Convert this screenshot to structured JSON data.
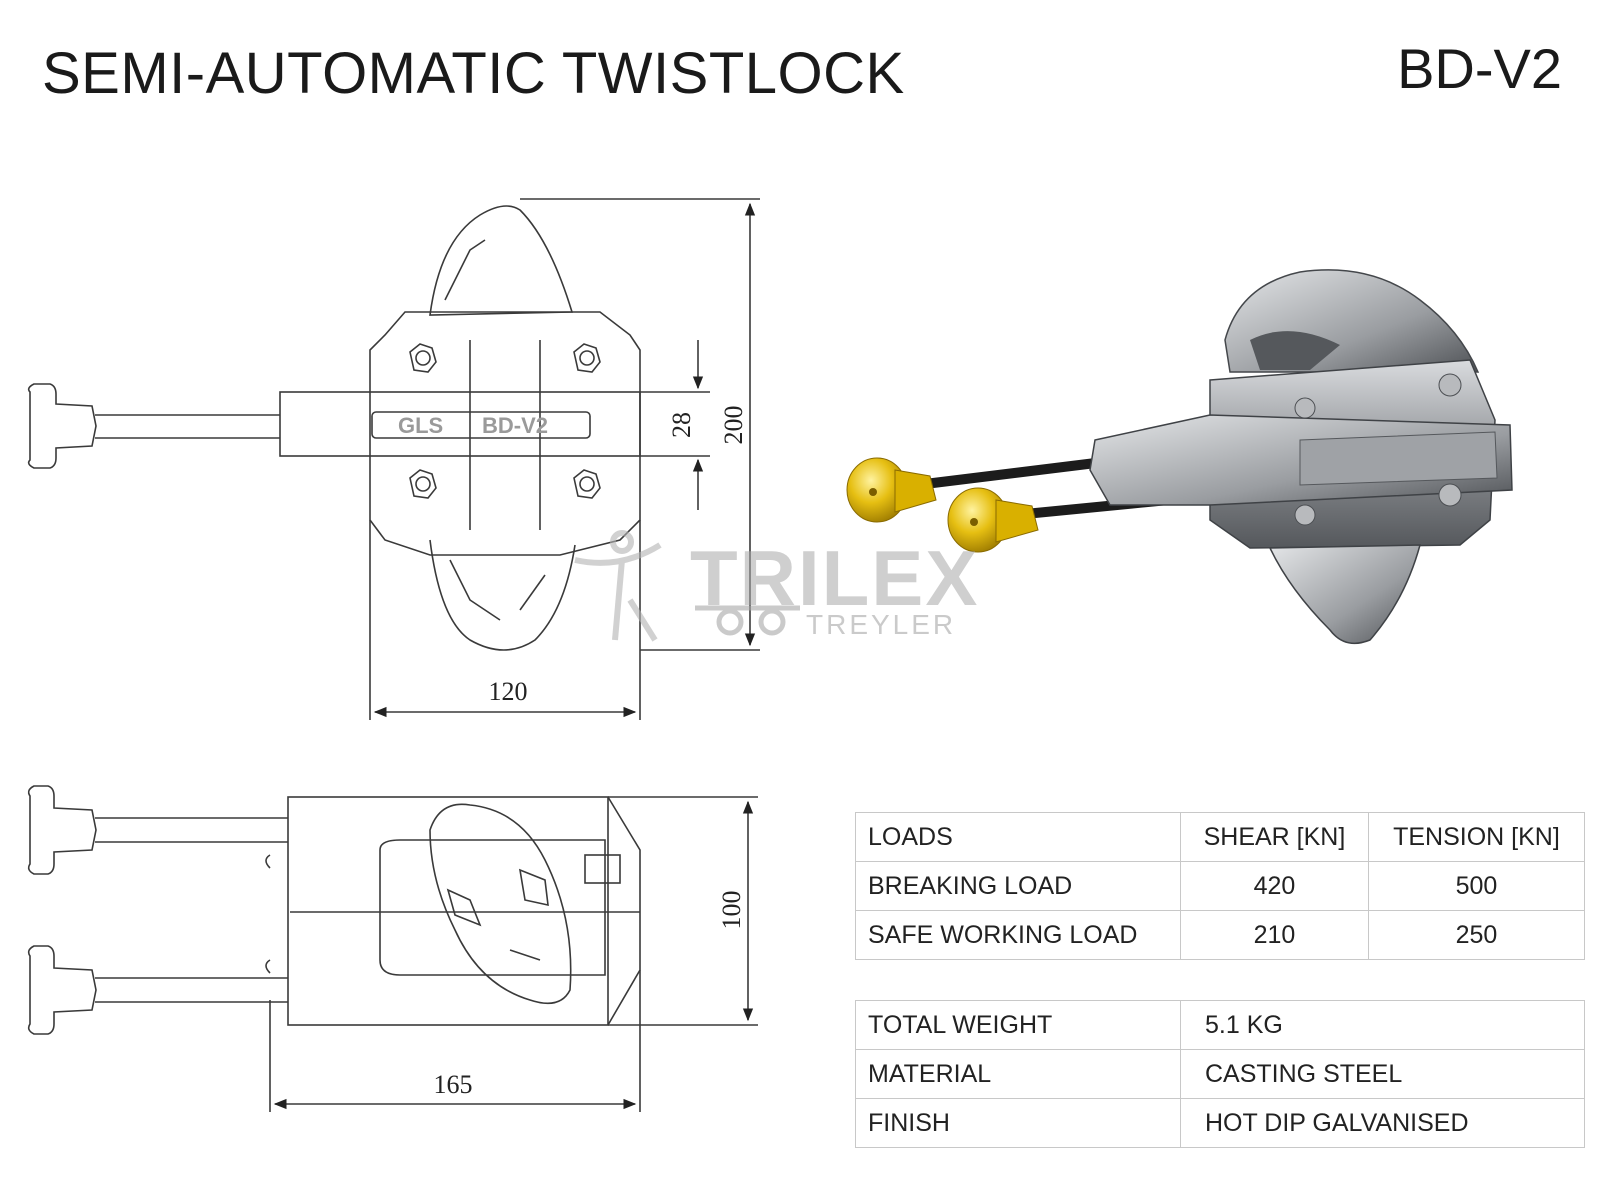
{
  "header": {
    "title": "SEMI-AUTOMATIC TWISTLOCK",
    "model": "BD-V2"
  },
  "top_view": {
    "plate_left": "GLS",
    "plate_right": "BD-V2",
    "dim_height": "200",
    "dim_lever": "28",
    "dim_width": "120"
  },
  "side_view": {
    "dim_height": "100",
    "dim_width": "165"
  },
  "watermark": {
    "brand": "TRILEX",
    "sub": "TREYLER"
  },
  "loads_table": {
    "headers": [
      "LOADS",
      "SHEAR [KN]",
      "TENSION [KN]"
    ],
    "rows": [
      [
        "BREAKING LOAD",
        "420",
        "500"
      ],
      [
        "SAFE WORKING LOAD",
        "210",
        "250"
      ]
    ]
  },
  "properties_table": {
    "rows": [
      [
        "TOTAL WEIGHT",
        "5.1 KG"
      ],
      [
        "MATERIAL",
        "CASTING STEEL"
      ],
      [
        "FINISH",
        "HOT DIP GALVANISED"
      ]
    ]
  },
  "colors": {
    "handle": "#e3b800",
    "steel": "#8d9094",
    "line": "#3a3a3a"
  }
}
